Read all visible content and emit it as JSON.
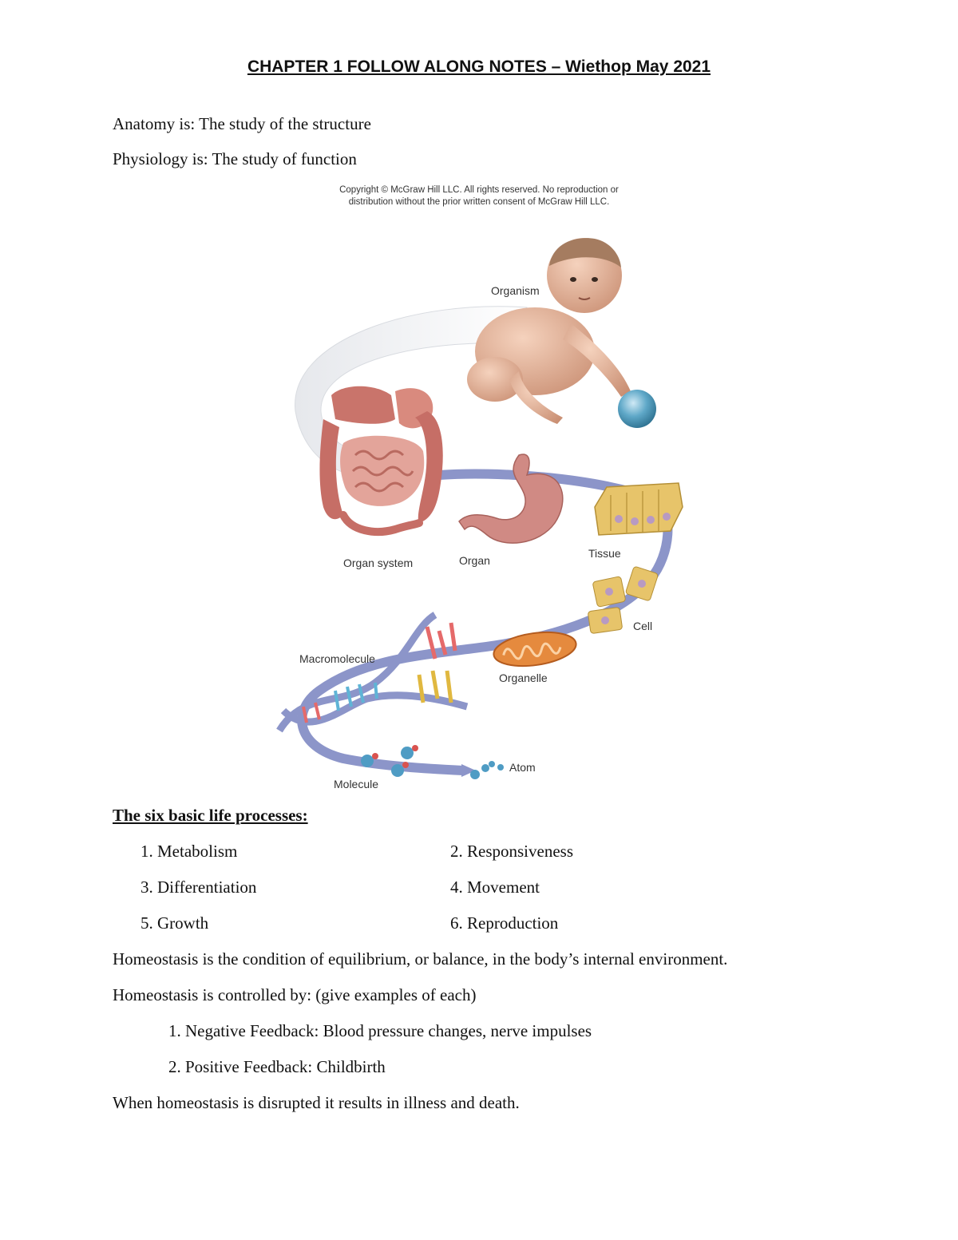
{
  "document": {
    "title": "CHAPTER 1 FOLLOW ALONG NOTES – Wiethop May 2021",
    "anatomy": "Anatomy is:  The study of the structure",
    "physiology": "Physiology is:  The study of function"
  },
  "figure": {
    "copyright_line1": "Copyright © McGraw Hill LLC. All rights reserved. No reproduction or",
    "copyright_line2": "distribution without the prior written consent of McGraw Hill LLC.",
    "labels": {
      "organism": "Organism",
      "organ_system": "Organ system",
      "organ": "Organ",
      "tissue": "Tissue",
      "cell": "Cell",
      "organelle": "Organelle",
      "macromolecule": "Macromolecule",
      "molecule": "Molecule",
      "atom": "Atom"
    }
  },
  "life_processes": {
    "heading": "The six basic life processes:",
    "items": [
      "1.   Metabolism",
      "2. Responsiveness",
      "3.   Differentiation",
      "4. Movement",
      "5.  Growth",
      "6.  Reproduction"
    ]
  },
  "homeostasis": {
    "definition": "Homeostasis is the condition of equilibrium, or balance, in the body’s internal environment.",
    "controlled_by": "Homeostasis is controlled by: (give examples of each)",
    "feedback": [
      "1.  Negative Feedback: Blood pressure changes, nerve impulses",
      "2. Positive Feedback: Childbirth"
    ],
    "disrupted": "When homeostasis is disrupted it results in illness and death."
  }
}
